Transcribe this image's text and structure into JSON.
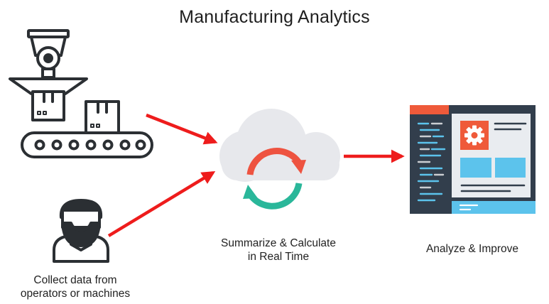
{
  "title": "Manufacturing Analytics",
  "steps": {
    "collect": {
      "line1": "Collect data from",
      "line2": "operators or machines",
      "icons": [
        "conveyor-machine-icon",
        "operator-avatar-icon"
      ]
    },
    "summarize": {
      "line1": "Summarize & Calculate",
      "line2": "in Real Time",
      "icons": [
        "cloud-sync-icon"
      ]
    },
    "analyze": {
      "line1": "Analyze & Improve",
      "icons": [
        "dashboard-screen-icon"
      ]
    }
  },
  "colors": {
    "outline": "#2b2f33",
    "arrow": "#ee1c1c",
    "cloud": "#e7e8ec",
    "sync_red": "#ee5340",
    "sync_teal": "#2ab79a",
    "screen_dark": "#323e4c",
    "screen_panel": "#e9ecf0",
    "screen_blue": "#5cc3ec",
    "screen_orange": "#ef5a3a"
  }
}
